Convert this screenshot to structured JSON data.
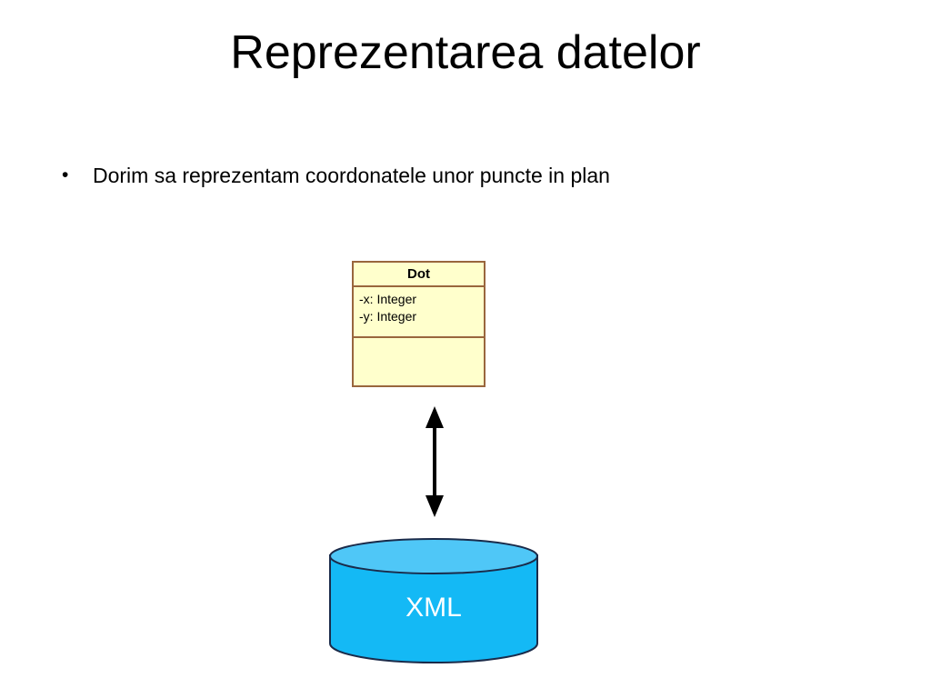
{
  "slide": {
    "title": "Reprezentarea datelor",
    "bullets": [
      {
        "marker": "•",
        "text": "Dorim sa reprezentam coordonatele unor puncte in plan"
      }
    ]
  },
  "diagram": {
    "uml_class": {
      "name": "Dot",
      "attributes": [
        "-x: Integer",
        "-y: Integer"
      ],
      "operations": [],
      "fill_color": "#FFFFCC",
      "border_color": "#99663D"
    },
    "connector": {
      "icon": "double-headed-vertical-arrow",
      "color": "#000000"
    },
    "datastore": {
      "label": "XML",
      "shape": "cylinder",
      "body_color": "#14B9F5",
      "top_color": "#4FC7F7",
      "outline_color": "#1A2B4A",
      "label_color": "#FFFFFF"
    }
  }
}
